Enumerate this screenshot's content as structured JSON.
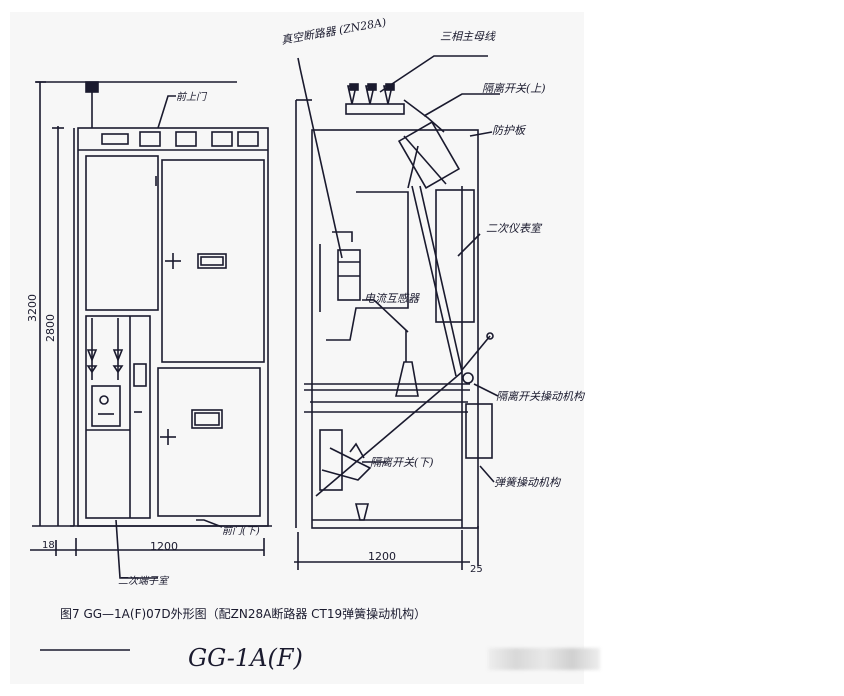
{
  "figure": {
    "caption": "图7   GG—1A(F)07D外形图（配ZN28A断路器   CT19弹簧操动机构）",
    "handwritten_model": "GG-1A(F)"
  },
  "front_view": {
    "dim_total_height": "3200",
    "dim_cabinet_height": "2800",
    "dim_width": "1200",
    "dim_base_offset": "18",
    "label_upper_door": "前上门",
    "label_lower_door": "前门(下)",
    "label_secondary_room": "二次端子室"
  },
  "side_view": {
    "dim_depth": "1200",
    "dim_offset": "25",
    "label_breaker": "真空断路器 (ZN28A)",
    "label_main_bus": "三相主母线",
    "label_disconnector_upper": "隔离开关(上)",
    "label_protection_plate": "防护板",
    "label_instrument_room": "二次仪表室",
    "label_current_transformer": "电流互感器",
    "label_disconnector_mech": "隔离开关操动机构",
    "label_disconnector_lower": "隔离开关(下)",
    "label_spring_mech": "弹簧操动机构"
  },
  "colors": {
    "line": "#1a1a2e",
    "paper": "#f7f7f7"
  }
}
